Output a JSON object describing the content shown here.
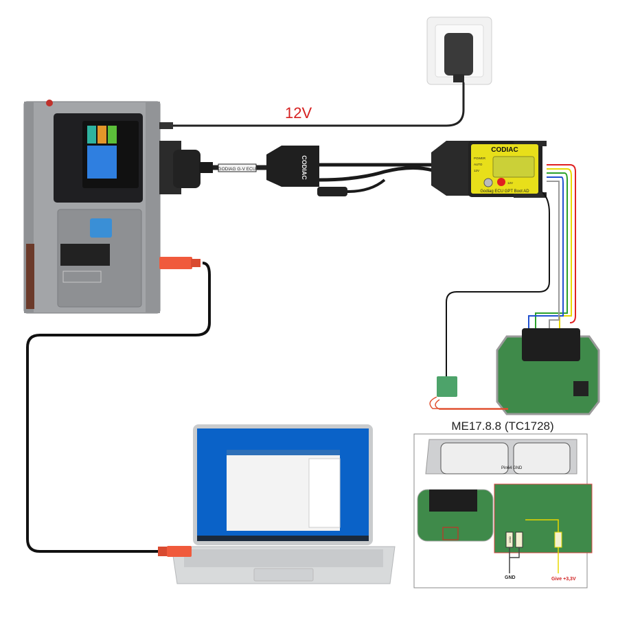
{
  "power_label": "12V",
  "adapter": {
    "cable_label": "GODIAG G-V ECU",
    "obd_brand": "CODIAC",
    "box_brand": "CODIAC",
    "box_leds": [
      "POWER",
      "AUTO",
      "12V"
    ],
    "button_label": "12V",
    "box_name": "Godiag ECU GPT Boot AD"
  },
  "ecu_diagram": {
    "title": "ME17.8.8 (TC1728)",
    "pin_gnd": "Pin64 GND",
    "resistor_label": "100Ω",
    "gnd_label": "GND",
    "vcc_label": "Give +3,3V"
  },
  "colors": {
    "power_label": "#d62020",
    "usb_plug": "#f05a3c",
    "wire_red": "#e02020",
    "wire_green": "#2aa02a",
    "wire_yellow": "#e8d800",
    "wire_blue": "#2050d0",
    "pcb": "#3f8a4a",
    "device_body": "#9a9ca0",
    "screen_tile_blue": "#2f7fe0",
    "screen_tile_teal": "#2fb3a0",
    "screen_tile_orange": "#e3962a",
    "screen_tile_green": "#5cbf3a"
  }
}
